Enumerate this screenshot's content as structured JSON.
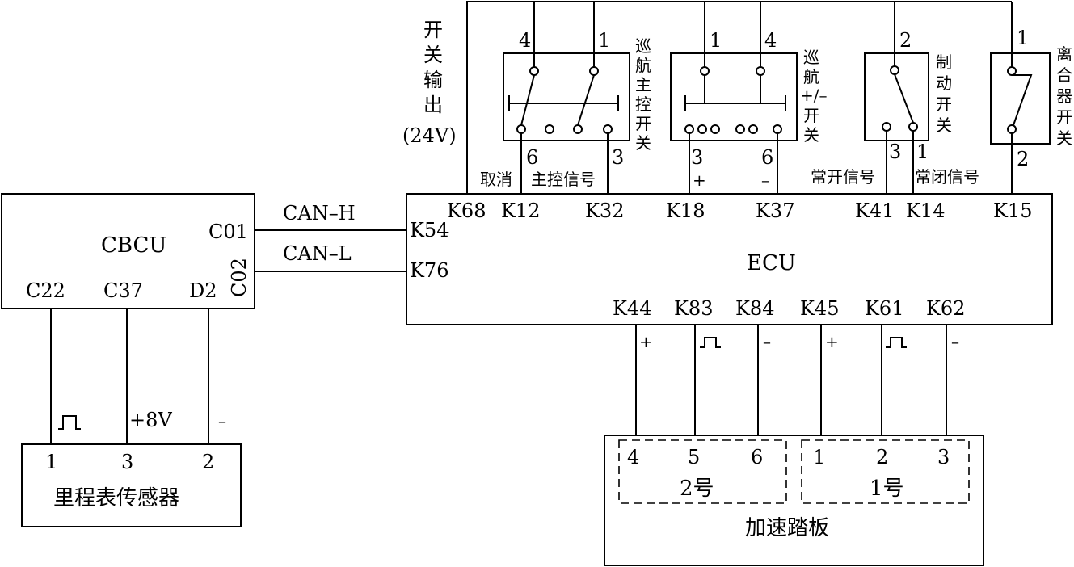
{
  "cbcu": {
    "name": "CBCU",
    "pins": {
      "c01": "C01",
      "c02": "C02",
      "c22": "C22",
      "c37": "C37",
      "d2": "D2"
    }
  },
  "ecu": {
    "name": "ECU",
    "top_pins": [
      "K68",
      "K12",
      "K32",
      "K18",
      "K37",
      "K41",
      "K14",
      "K15"
    ],
    "left_pins": [
      "K54",
      "K76"
    ],
    "bottom_pins": [
      "K44",
      "K83",
      "K84",
      "K45",
      "K61",
      "K62"
    ]
  },
  "bus": {
    "can_h": "CAN–H",
    "can_l": "CAN–L"
  },
  "switch_output": {
    "label_chars": [
      "开",
      "关",
      "输",
      "出"
    ],
    "voltage": "(24V)"
  },
  "main_switch": {
    "label_chars": [
      "巡",
      "航",
      "主",
      "控",
      "开",
      "关"
    ],
    "pin_top_left": "4",
    "pin_top_right": "1",
    "pin_bot_left": "6",
    "pin_bot_right": "3",
    "signal_cancel": "取消",
    "signal_main": "主控信号"
  },
  "pm_switch": {
    "label_chars": [
      "巡",
      "航"
    ],
    "label_pm": "+/–",
    "label_chars2": [
      "开",
      "关"
    ],
    "pin_top_left": "1",
    "pin_top_right": "4",
    "pin_bot_left": "3",
    "pin_bot_right": "6",
    "sign_plus": "+",
    "sign_minus": "–"
  },
  "brake_switch": {
    "label_chars": [
      "制",
      "动",
      "开",
      "关"
    ],
    "pin_top": "2",
    "pin_bot_left": "3",
    "pin_bot_right": "1",
    "signal_no": "常开信号",
    "signal_nc": "常闭信号"
  },
  "clutch_switch": {
    "label_chars": [
      "离",
      "合",
      "器",
      "开",
      "关"
    ],
    "pin_top": "1",
    "pin_bot": "2"
  },
  "odometer": {
    "name": "里程表传感器",
    "pins": [
      "1",
      "3",
      "2"
    ],
    "signals": {
      "power": "+8V",
      "ground": "–"
    }
  },
  "pedal": {
    "name": "加速踏板",
    "sensor2_label": "2号",
    "sensor1_label": "1号",
    "pins": [
      "4",
      "5",
      "6",
      "1",
      "2",
      "3"
    ],
    "signs": {
      "plus_a": "+",
      "minus_a": "–",
      "plus_b": "+",
      "minus_b": "–"
    }
  }
}
